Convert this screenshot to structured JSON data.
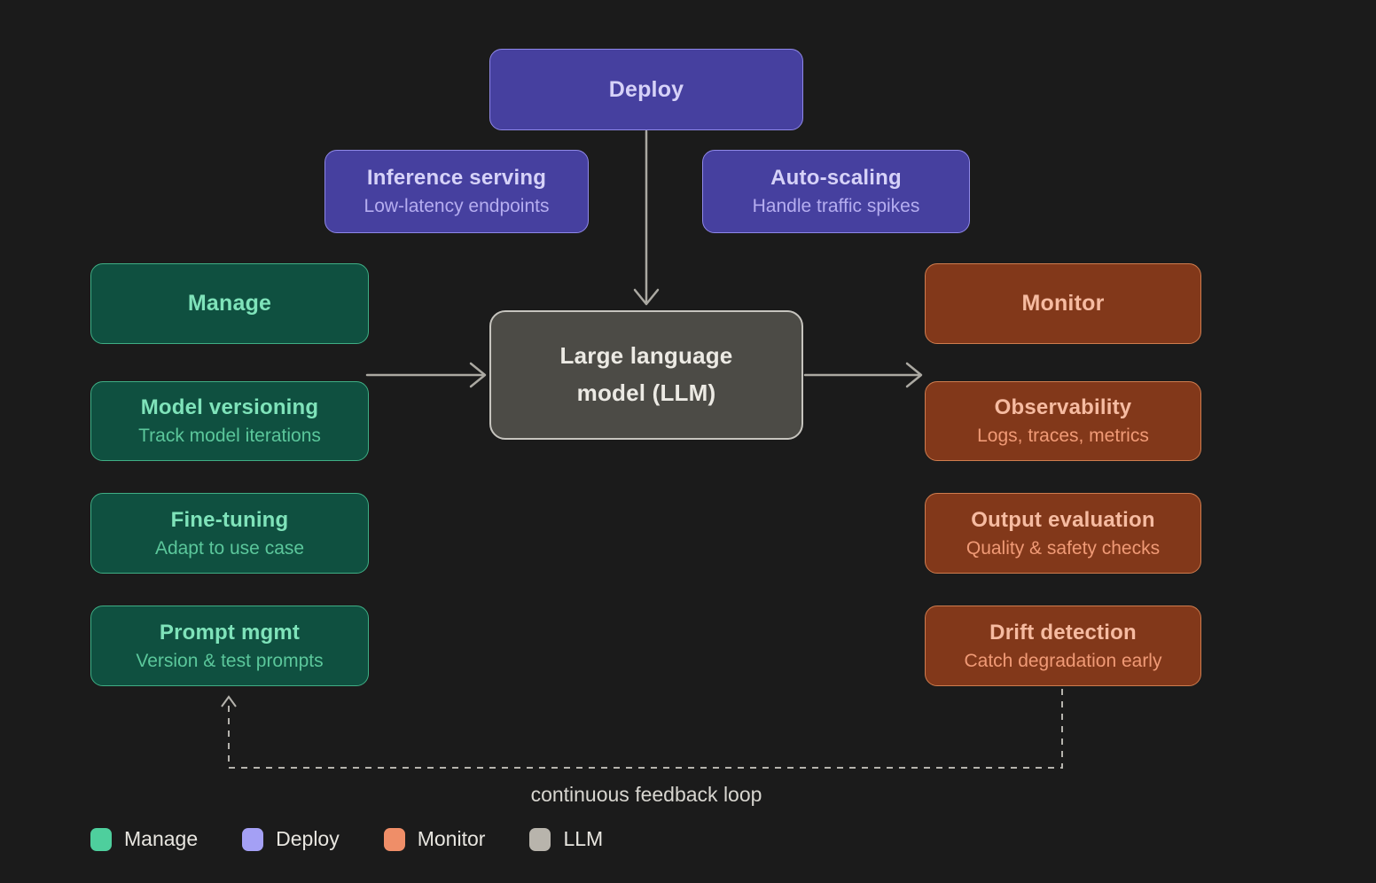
{
  "groups": {
    "deploy": {
      "header": "Deploy",
      "items": [
        {
          "title": "Inference serving",
          "subtitle": "Low-latency endpoints"
        },
        {
          "title": "Auto-scaling",
          "subtitle": "Handle traffic spikes"
        }
      ]
    },
    "manage": {
      "header": "Manage",
      "items": [
        {
          "title": "Model versioning",
          "subtitle": "Track model iterations"
        },
        {
          "title": "Fine-tuning",
          "subtitle": "Adapt to use case"
        },
        {
          "title": "Prompt mgmt",
          "subtitle": "Version & test prompts"
        }
      ]
    },
    "monitor": {
      "header": "Monitor",
      "items": [
        {
          "title": "Observability",
          "subtitle": "Logs, traces, metrics"
        },
        {
          "title": "Output evaluation",
          "subtitle": "Quality & safety checks"
        },
        {
          "title": "Drift detection",
          "subtitle": "Catch degradation early"
        }
      ]
    }
  },
  "center": {
    "title": "Large language model (LLM)"
  },
  "annotations": {
    "feedback_label": "continuous feedback loop"
  },
  "legend": {
    "items": [
      {
        "label": "Manage",
        "color": "#4ecf9d"
      },
      {
        "label": "Deploy",
        "color": "#a4a0f5"
      },
      {
        "label": "Monitor",
        "color": "#ef8e68"
      },
      {
        "label": "LLM",
        "color": "#b8b4ac"
      }
    ]
  },
  "colors": {
    "background": "#1b1b1b",
    "deploy_fill": "#46409f",
    "deploy_border": "#8f88e8",
    "manage_fill": "#0f5040",
    "manage_border": "#3fae85",
    "monitor_fill": "#82381a",
    "monitor_border": "#cf7c4e",
    "llm_fill": "#4c4b46",
    "llm_border": "#c6c4be",
    "arrow": "#aba9a2"
  }
}
